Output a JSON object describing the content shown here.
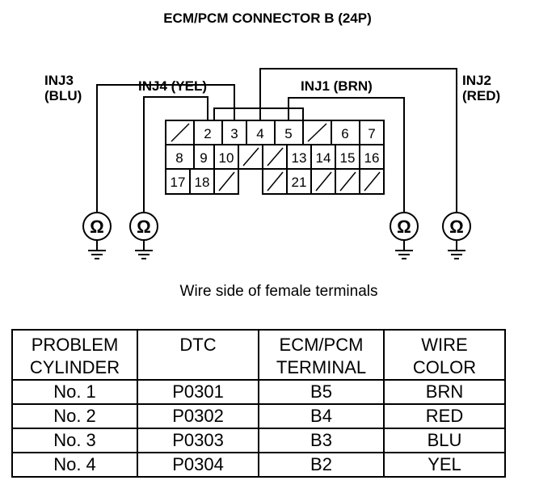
{
  "title": "ECM/PCM CONNECTOR B (24P)",
  "caption": "Wire side of female terminals",
  "connector": {
    "terminals": [
      "2",
      "3",
      "4",
      "5",
      "6",
      "7",
      "8",
      "9",
      "10",
      "13",
      "14",
      "15",
      "16",
      "17",
      "18",
      "21"
    ]
  },
  "injectors": [
    {
      "name": "INJ3",
      "color": "(BLU)"
    },
    {
      "name": "INJ4 (YEL)"
    },
    {
      "name": "INJ1 (BRN)"
    },
    {
      "name": "INJ2",
      "color": "(RED)"
    }
  ],
  "meter_symbol": "Ω",
  "table": {
    "headers": [
      [
        "PROBLEM",
        "CYLINDER"
      ],
      [
        "DTC",
        ""
      ],
      [
        "ECM/PCM",
        "TERMINAL"
      ],
      [
        "WIRE",
        "COLOR"
      ]
    ],
    "rows": [
      [
        "No. 1",
        "P0301",
        "B5",
        "BRN"
      ],
      [
        "No. 2",
        "P0302",
        "B4",
        "RED"
      ],
      [
        "No. 3",
        "P0303",
        "B3",
        "BLU"
      ],
      [
        "No. 4",
        "P0304",
        "B2",
        "YEL"
      ]
    ]
  }
}
